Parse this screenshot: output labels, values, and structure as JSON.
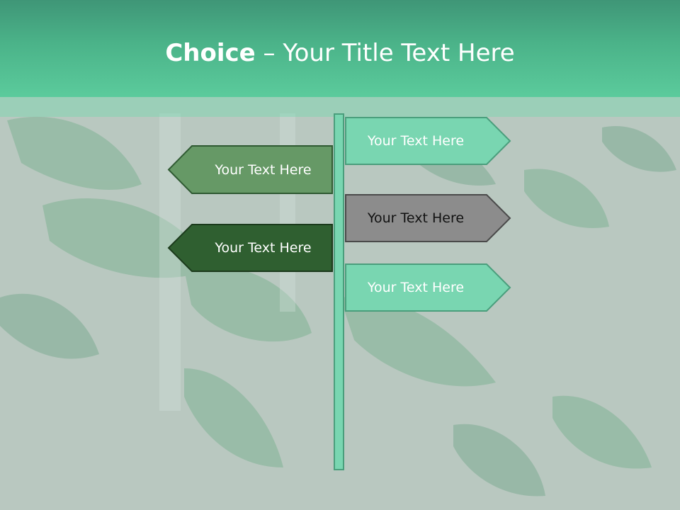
{
  "slide": {
    "title_bold": "Choice",
    "title_rest": " – Your Title Text Here"
  },
  "signs": [
    {
      "label": "Your Text Here",
      "direction": "right",
      "fill": "#79d6b1",
      "stroke": "#4a9e7c",
      "text_color": "#ffffff"
    },
    {
      "label": "Your Text Here",
      "direction": "left",
      "fill": "#669966",
      "stroke": "#2f5a32",
      "text_color": "#ffffff"
    },
    {
      "label": "Your Text Here",
      "direction": "right",
      "fill": "#8c8c8c",
      "stroke": "#4a4a4a",
      "text_color": "#111111"
    },
    {
      "label": "Your Text Here",
      "direction": "left",
      "fill": "#2f5f30",
      "stroke": "#1b3a1c",
      "text_color": "#ffffff"
    },
    {
      "label": "Your Text Here",
      "direction": "right",
      "fill": "#79d6b1",
      "stroke": "#4a9e7c",
      "text_color": "#ffffff"
    }
  ]
}
